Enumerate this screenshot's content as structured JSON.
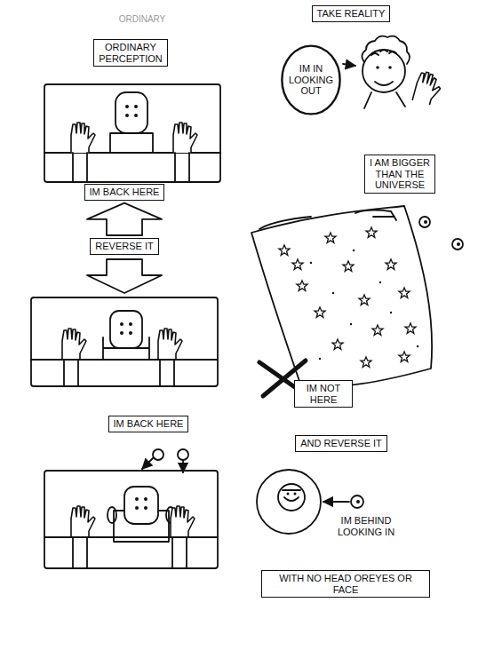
{
  "diagram": {
    "nodes": [
      {
        "text": [
          "ORDINARY PERCEPTION"
        ]
      },
      {
        "text": [
          "IM BACK HERE"
        ]
      },
      {
        "text": [
          "REVERSE IT"
        ]
      },
      {
        "text": [
          "IM BACK HERE"
        ]
      },
      {
        "text": [
          "TAKE REALITY"
        ]
      },
      {
        "text": [
          "IM IN LOOKING OUT"
        ]
      },
      {
        "text": [
          "I AM BIGGER THAN THE UNIVERSE"
        ]
      },
      {
        "text": [
          "IM NOT HERE"
        ]
      },
      {
        "text": [
          "AND REVERSE IT"
        ]
      },
      {
        "text": [
          "WITH NO HEAD OREYES OR FACE"
        ]
      }
    ],
    "edges": [
      {
        "from": 2,
        "to": 1,
        "arrow": "to"
      }
    ],
    "labels": [
      "ORDINARY",
      "IM BEHIND LOOKING IN"
    ]
  }
}
